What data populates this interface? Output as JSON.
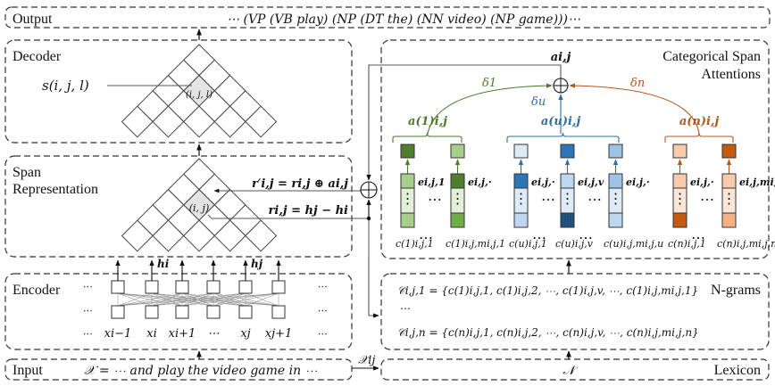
{
  "title": "Categorical span attention constituency parsing architecture",
  "output": {
    "label": "Output",
    "text": "⋯ (VP (VB play) (NP (DT the) (NN video) (NP game)))⋯"
  },
  "decoder": {
    "label": "Decoder",
    "score_label": "s(i, j, l)",
    "cell_label": "(i, j, l)"
  },
  "span_rep": {
    "label_line1": "Span",
    "label_line2": "Representation",
    "cell_label": "(i, j)",
    "eq_combined": "r′i,j = ri,j ⊕ ai,j",
    "eq_span": "ri,j = hj − hi"
  },
  "encoder": {
    "label": "Encoder",
    "ellipsis": "⋯",
    "tokens": [
      "xi−1",
      "xi",
      "xi+1",
      "⋯",
      "xj",
      "xj+1"
    ],
    "hidden_labels": {
      "hi": "hi",
      "hj": "hj"
    }
  },
  "input": {
    "label": "Input",
    "text": "𝒳 = ⋯ and play the video game in ⋯",
    "span_label": "𝒳ij"
  },
  "attention": {
    "title_line1": "Categorical Span",
    "title_line2": "Attentions",
    "output_label": "ai,j",
    "weights": {
      "d1": "δ1",
      "du": "δu",
      "dn": "δn"
    },
    "groups": [
      {
        "name": "a(1)i,j",
        "sup": "(1)",
        "color": "#4a7a2c",
        "columns": [
          {
            "top": "#4f7f2d",
            "cells": [
              "#a8d08d",
              "#e2efd9",
              "#a8d08d"
            ],
            "emb": "ei,j,1",
            "ngram": "c(1)i,j,1"
          },
          {
            "top": "#a8d08d",
            "cells": [
              "#4f7f2d",
              "#e2efd9",
              "#70ad47"
            ],
            "emb": "ei,j,·",
            "ngram": "c(1)i,j,mi,j,1"
          }
        ]
      },
      {
        "name": "a(u)i,j",
        "sup": "(u)",
        "color": "#2e6da4",
        "columns": [
          {
            "top": "#deebf7",
            "cells": [
              "#2e75b6",
              "#deebf7",
              "#bdd7ee"
            ],
            "emb": "ei,j,·",
            "ngram": "c(u)i,j,1"
          },
          {
            "top": "#2e75b6",
            "cells": [
              "#bdd7ee",
              "#deebf7",
              "#1f4e79"
            ],
            "emb": "ei,j,v",
            "ngram": "c(u)i,j,v"
          },
          {
            "top": "#9dc3e6",
            "cells": [
              "#9dc3e6",
              "#deebf7",
              "#bdd7ee"
            ],
            "emb": "ei,j,·",
            "ngram": "c(u)i,j,mi,j,u"
          }
        ]
      },
      {
        "name": "a(n)i,j",
        "sup": "(n)",
        "color": "#b0561f",
        "columns": [
          {
            "top": "#f8cbad",
            "cells": [
              "#f8cbad",
              "#fbe5d6",
              "#c55a11"
            ],
            "emb": "ei,j,·",
            "ngram": "c(n)i,j,1"
          },
          {
            "top": "#c55a11",
            "cells": [
              "#f8cbad",
              "#fbe5d6",
              "#f4b183"
            ],
            "emb": "ei,j,mi,j",
            "ngram": "c(n)i,j,mi,j,n"
          }
        ]
      }
    ],
    "ellipsis": "⋯"
  },
  "ngrams": {
    "label": "N-grams",
    "row1": "𝒞i,j,1 = {c(1)i,j,1, c(1)i,j,2, ⋯, c(1)i,j,v, ⋯, c(1)i,j,mi,j,1}",
    "dots": "⋯",
    "rown": "𝒞i,j,n = {c(n)i,j,1, c(n)i,j,2, ⋯, c(n)i,j,v, ⋯, c(n)i,j,mi,j,n}"
  },
  "lexicon": {
    "label": "Lexicon",
    "symbol": "𝒩"
  }
}
